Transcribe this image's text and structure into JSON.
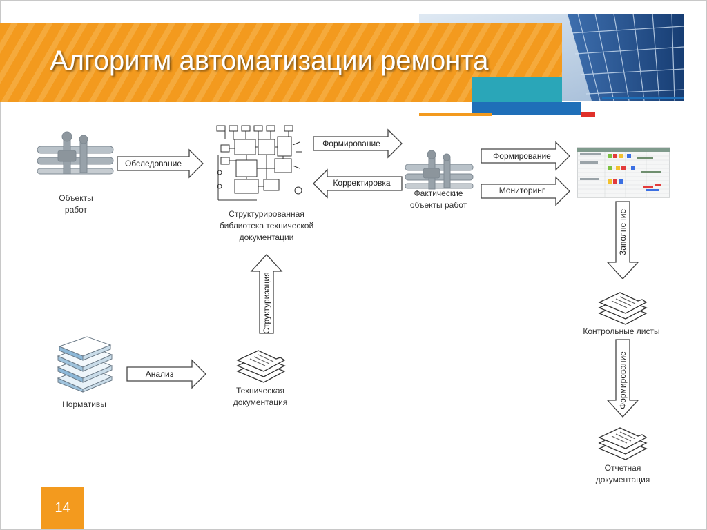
{
  "slide": {
    "title": "Алгоритм автоматизации ремонта",
    "page_number": "14"
  },
  "nodes": {
    "objects": "Объекты работ",
    "library": "Структурированная библиотека технической документации",
    "actual_objects": "Фактические объекты работ",
    "normatives": "Нормативы",
    "tech_docs": "Техническая документация",
    "checklists": "Контрольные листы",
    "report_docs": "Отчетная документация"
  },
  "arrows": {
    "survey": "Обследование",
    "forming_1": "Формирование",
    "correction": "Корректировка",
    "forming_2": "Формирование",
    "monitoring": "Мониторинг",
    "analysis": "Анализ",
    "structuring": "Структуризация",
    "filling": "Заполнение",
    "forming_3": "Формирование"
  },
  "colors": {
    "orange": "#f39a1e",
    "blue": "#1f6fb8",
    "teal": "#2aa6b8",
    "red": "#e0302a"
  }
}
